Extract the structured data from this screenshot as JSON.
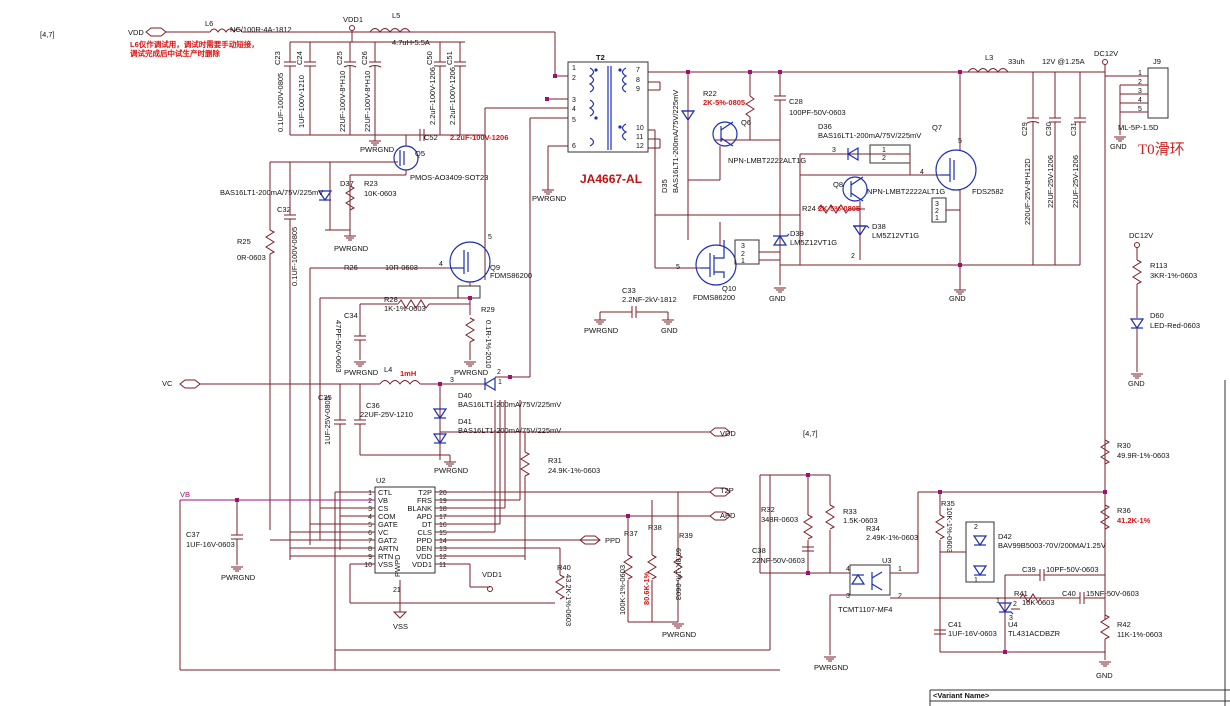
{
  "sheet_refs": {
    "top_left": "[4,7]",
    "mid": "[4,7]"
  },
  "nets": {
    "vdd": "VDD",
    "vdd1": "VDD1",
    "vdd1_b": "VDD1",
    "vc": "VC",
    "vb": "VB",
    "dc12v": "DC12V",
    "dc12v_b": "DC12V",
    "t2p": "T2P",
    "apd": "APD",
    "ppd": "PPD",
    "vdd_r": "VDD",
    "pwrgnd": "PWRGND",
    "gnd": "GND",
    "vss": "VSS",
    "out_12v": "12V @1.25A"
  },
  "notes": {
    "l6_note_1": "L6仅作调试用，调试时需要手动短接，",
    "l6_note_2": "调试完成后中试生产时删除",
    "t0_ring": "T0滑环",
    "variant": "<Variant Name>"
  },
  "components": {
    "L6": {
      "ref": "L6",
      "value": "NC/100R-4A-1812"
    },
    "L5": {
      "ref": "L5",
      "value": "4.7uH-5.5A"
    },
    "L3": {
      "ref": "L3",
      "value": "33uh"
    },
    "L4": {
      "ref": "L4",
      "value": "1mH"
    },
    "C23": {
      "ref": "C23",
      "value": "0.1UF-100V-0805"
    },
    "C24": {
      "ref": "C24",
      "value": "1UF-100V-1210"
    },
    "C25": {
      "ref": "C25",
      "value": "22UF-100V-8*H10"
    },
    "C26": {
      "ref": "C26",
      "value": "22UF-100V-8*H10"
    },
    "C50": {
      "ref": "C50",
      "value": "2.2uF-100V-1206"
    },
    "C51": {
      "ref": "C51",
      "value": "2.2uF-100V-1206"
    },
    "C52": {
      "ref": "C52",
      "value": "2.2uF-100V-1206"
    },
    "T2": {
      "ref": "T2",
      "value": "JA4667-AL"
    },
    "Q5": {
      "ref": "Q5",
      "value": "PMOS-AO3409-SOT23"
    },
    "D37": {
      "ref": "D37",
      "value": "BAS16LT1-200mA/75V/225mV"
    },
    "R23": {
      "ref": "R23",
      "value": "10K-0603"
    },
    "C32": {
      "ref": "C32",
      "value": "0.1UF-100V-0805"
    },
    "R25": {
      "ref": "R25",
      "value": "0R-0603"
    },
    "R26": {
      "ref": "R26",
      "value": "10R-0603"
    },
    "Q9": {
      "ref": "Q9",
      "value": "FDMS86200"
    },
    "R28": {
      "ref": "R28",
      "value": "1K-1%-0603"
    },
    "R29": {
      "ref": "R29",
      "value": "0.1R-1%-2010"
    },
    "C34": {
      "ref": "C34",
      "value": "47PF-50V-0603"
    },
    "C35": {
      "ref": "C35",
      "value": "1UF-25V-0805"
    },
    "C36": {
      "ref": "C36",
      "value": "22UF-25V-1210"
    },
    "D40": {
      "ref": "D40",
      "value": "BAS16LT1-200mA/75V/225mV"
    },
    "D41": {
      "ref": "D41",
      "value": "BAS16LT1-200mA/75V/225mV"
    },
    "R31": {
      "ref": "R31",
      "value": "24.9K-1%-0603"
    },
    "C37": {
      "ref": "C37",
      "value": "1UF-16V-0603"
    },
    "U2": {
      "ref": "U2"
    },
    "R40": {
      "ref": "R40",
      "value": "43.2K-1%-0603"
    },
    "R37": {
      "ref": "R37",
      "value": "100K-1%-0603"
    },
    "R38": {
      "ref": "R38",
      "value": "80.6K-1%"
    },
    "R39": {
      "ref": "R39",
      "value": "69.8K-1%-0603"
    },
    "R22": {
      "ref": "R22",
      "value": "2K-5%-0805"
    },
    "Q6": {
      "ref": "Q6",
      "value": "NPN-LMBT2222ALT1G"
    },
    "C28": {
      "ref": "C28",
      "value": "100PF-50V-0603"
    },
    "D35": {
      "ref": "D35",
      "value": "BAS16LT1-200mA/75V/225mV"
    },
    "D36": {
      "ref": "D36",
      "value": "BAS16LT1-200mA/75V/225mV"
    },
    "Q8": {
      "ref": "Q8",
      "value": "NPN-LMBT2222ALT1G"
    },
    "R24": {
      "ref": "R24",
      "value": "2K-5%-0805"
    },
    "D38": {
      "ref": "D38",
      "value": "LM5Z12VT1G"
    },
    "D39": {
      "ref": "D39",
      "value": "LM5Z12VT1G"
    },
    "Q10": {
      "ref": "Q10",
      "value": "FDMS86200"
    },
    "C33": {
      "ref": "C33",
      "value": "2.2NF-2kV-1812"
    },
    "Q7": {
      "ref": "Q7",
      "value": "FDS2582"
    },
    "C29": {
      "ref": "C29",
      "value": "220UF-25V-8*H12D"
    },
    "C30": {
      "ref": "C30",
      "value": "22UF-25V-1206"
    },
    "C31": {
      "ref": "C31",
      "value": "22UF-25V-1206"
    },
    "J9": {
      "ref": "J9",
      "value": "ML-5P-1.5D"
    },
    "R113": {
      "ref": "R113",
      "value": "3KR-1%-0603"
    },
    "D60": {
      "ref": "D60",
      "value": "LED-Red-0603"
    },
    "R30": {
      "ref": "R30",
      "value": "49.9R-1%-0603"
    },
    "R36": {
      "ref": "R36",
      "value": "41.2K-1%"
    },
    "R35": {
      "ref": "R35",
      "value": "10K-1%-0603"
    },
    "D42": {
      "ref": "D42",
      "value": "BAV99B5003-70V/200MA/1.25V"
    },
    "C39": {
      "ref": "C39",
      "value": "10PF-50V-0603"
    },
    "C40": {
      "ref": "C40",
      "value": "15NF-50V-0603"
    },
    "R41": {
      "ref": "R41",
      "value": "10K-0603"
    },
    "U4": {
      "ref": "U4",
      "value": "TL431ACDBZR"
    },
    "C41": {
      "ref": "C41",
      "value": "1UF-16V-0603"
    },
    "R42": {
      "ref": "R42",
      "value": "11K-1%-0603"
    },
    "R32": {
      "ref": "R32",
      "value": "348R-0603"
    },
    "R33": {
      "ref": "R33",
      "value": "1.5K-0603"
    },
    "R34": {
      "ref": "R34",
      "value": "2.49K-1%-0603"
    },
    "C38": {
      "ref": "C38",
      "value": "22NF-50V-0603"
    },
    "U3": {
      "ref": "U3",
      "value": "TCMT1107-MF4"
    }
  },
  "u2_pins_left": [
    "CTL",
    "VB",
    "CS",
    "COM",
    "GATE",
    "VC",
    "GAT2",
    "ARTN",
    "RTN",
    "VSS"
  ],
  "u2_pins_right": [
    "T2P",
    "FRS",
    "BLANK",
    "APD",
    "DT",
    "CLS",
    "PPD",
    "DEN",
    "VDD",
    "VDD1"
  ],
  "u2_pin_numbers_left": [
    "1",
    "2",
    "3",
    "4",
    "5",
    "6",
    "7",
    "8",
    "9",
    "10"
  ],
  "u2_pin_numbers_right": [
    "20",
    "19",
    "18",
    "17",
    "16",
    "15",
    "14",
    "13",
    "12",
    "11"
  ],
  "u2_bottom": {
    "pwpd": "PWPD",
    "pin21": "21"
  },
  "transformer_pins": {
    "left": [
      "1",
      "2",
      "3",
      "4",
      "5",
      "6"
    ],
    "right": [
      "7",
      "8",
      "9",
      "10",
      "11",
      "12"
    ]
  },
  "j9_pins": [
    "1",
    "2",
    "3",
    "4",
    "5"
  ]
}
